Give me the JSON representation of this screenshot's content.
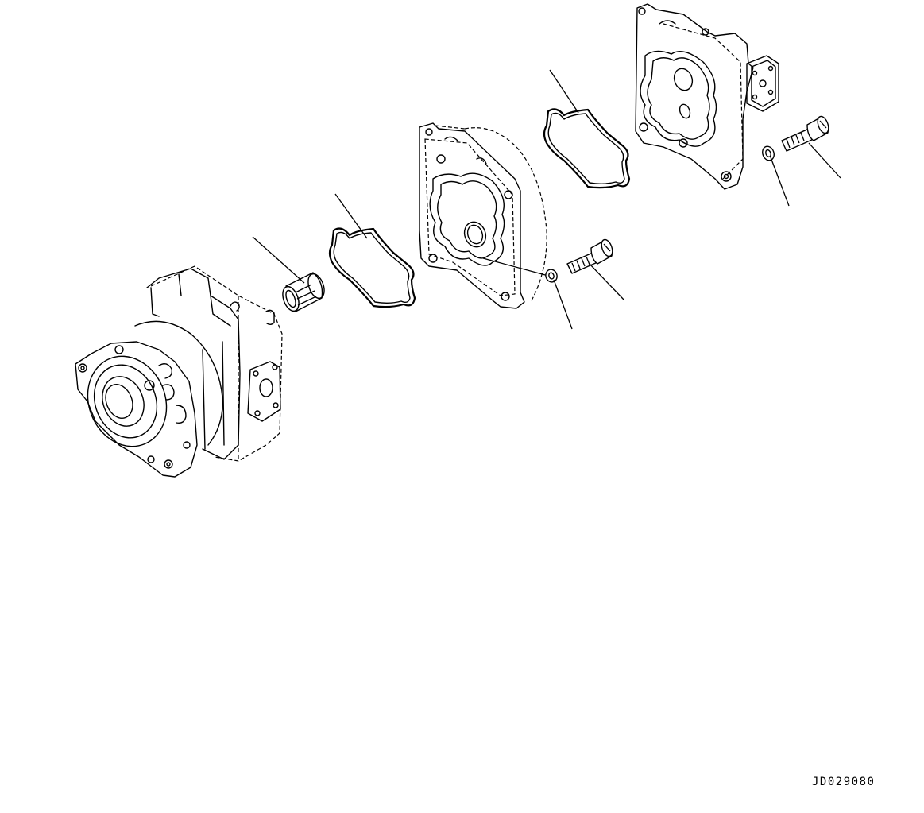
{
  "drawing": {
    "code": "JD029080",
    "parts": [
      "pump-body",
      "roller-bearing",
      "gasket",
      "flange-plate",
      "washer",
      "bolt",
      "gasket",
      "end-cover",
      "washer",
      "bolt"
    ]
  }
}
